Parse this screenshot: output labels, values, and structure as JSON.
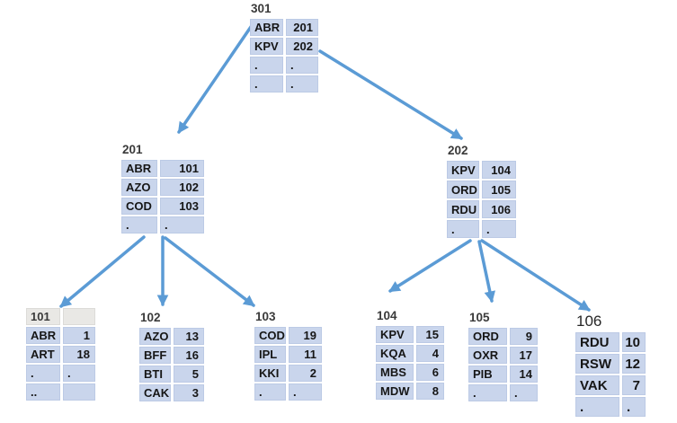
{
  "diagram_type": "b-tree-index",
  "nodes": [
    {
      "id": "301",
      "label": "301",
      "rows": [
        [
          "ABR",
          "201"
        ],
        [
          "KPV",
          "202"
        ],
        [
          ".",
          "."
        ],
        [
          ".",
          "."
        ]
      ]
    },
    {
      "id": "201",
      "label": "201",
      "rows": [
        [
          "ABR",
          "101"
        ],
        [
          "AZO",
          "102"
        ],
        [
          "COD",
          "103"
        ],
        [
          ".",
          "."
        ]
      ]
    },
    {
      "id": "202",
      "label": "202",
      "rows": [
        [
          "KPV",
          "104"
        ],
        [
          "ORD",
          "105"
        ],
        [
          "RDU",
          "106"
        ],
        [
          ".",
          "."
        ]
      ]
    },
    {
      "id": "101",
      "label": "101",
      "header": [
        "101",
        ""
      ],
      "rows": [
        [
          "ABR",
          "1"
        ],
        [
          "ART",
          "18"
        ],
        [
          ".",
          "."
        ],
        [
          "..",
          ""
        ]
      ]
    },
    {
      "id": "102",
      "label": "102",
      "rows": [
        [
          "AZO",
          "13"
        ],
        [
          "BFF",
          "16"
        ],
        [
          "BTI",
          "5"
        ],
        [
          "CAK",
          "3"
        ]
      ]
    },
    {
      "id": "103",
      "label": "103",
      "rows": [
        [
          "COD",
          "19"
        ],
        [
          "IPL",
          "11"
        ],
        [
          "KKI",
          "2"
        ],
        [
          ".",
          "."
        ]
      ]
    },
    {
      "id": "104",
      "label": "104",
      "rows": [
        [
          "KPV",
          "15"
        ],
        [
          "KQA",
          "4"
        ],
        [
          "MBS",
          "6"
        ],
        [
          "MDW",
          "8"
        ]
      ]
    },
    {
      "id": "105",
      "label": "105",
      "rows": [
        [
          "ORD",
          "9"
        ],
        [
          "OXR",
          "17"
        ],
        [
          "PIB",
          "14"
        ],
        [
          ".",
          "."
        ]
      ]
    },
    {
      "id": "106",
      "label": "106",
      "rows": [
        [
          "RDU",
          "10"
        ],
        [
          "RSW",
          "12"
        ],
        [
          "VAK",
          "7"
        ],
        [
          ".",
          "."
        ]
      ]
    }
  ],
  "edges": [
    {
      "from": "301",
      "to": "201"
    },
    {
      "from": "301",
      "to": "202"
    },
    {
      "from": "201",
      "to": "101"
    },
    {
      "from": "201",
      "to": "102"
    },
    {
      "from": "201",
      "to": "103"
    },
    {
      "from": "202",
      "to": "104"
    },
    {
      "from": "202",
      "to": "105"
    },
    {
      "from": "202",
      "to": "106"
    }
  ],
  "colors": {
    "cell_fill": "#c9d5ec",
    "cell_border": "#bccae5",
    "header_fill": "#e9e8e5",
    "arrow": "#5b9bd5",
    "cell_text": "#161616",
    "label_text": "#3a3a3a"
  }
}
